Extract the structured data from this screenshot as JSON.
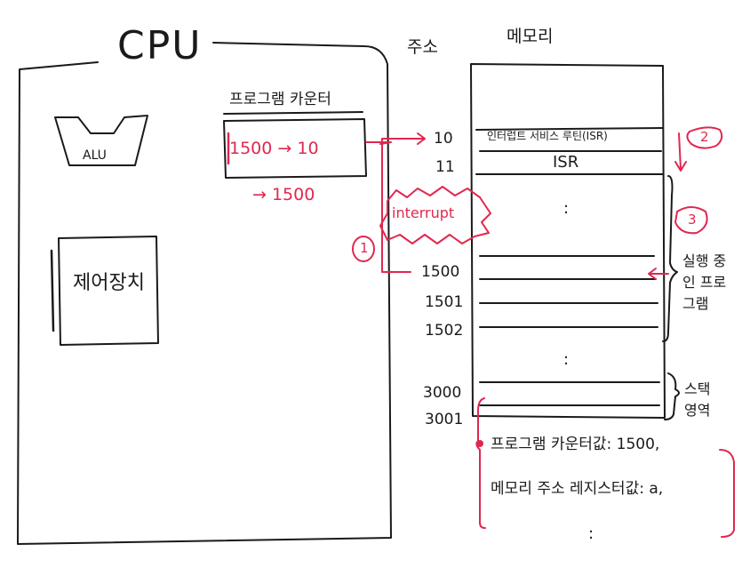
{
  "cpu": {
    "title": "CPU",
    "alu_label": "ALU",
    "control_unit_label": "제어장치",
    "program_counter": {
      "title": "프로그램 카운터",
      "value_change": "1500 → 10",
      "after": "→ 1500"
    }
  },
  "memory": {
    "address_header": "주소",
    "memory_header": "메모리",
    "addresses": [
      "10",
      "11",
      "1500",
      "1501",
      "1502",
      "3000",
      "3001"
    ],
    "isr_row_label": "인터럽트 서비스 루틴(ISR)",
    "isr_label": "ISR",
    "ellipsis": ":",
    "running_program_label": "실행 중인 프로그램",
    "stack_area_label": "스택 영역"
  },
  "interrupt": {
    "label": "interrupt",
    "step1": "1",
    "step2": "2",
    "step3": "3"
  },
  "stack_contents": {
    "line1": "프로그램 카운터값: 1500,",
    "line2": "메모리 주소 레지스터값: a,",
    "ellipsis": ":"
  },
  "colors": {
    "ink": "#1a1a1a",
    "accent": "#e0284f"
  }
}
